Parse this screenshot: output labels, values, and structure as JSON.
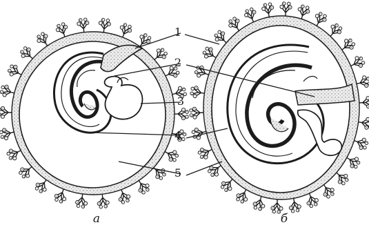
{
  "figure": {
    "labels": [
      "1",
      "2",
      "3",
      "4",
      "5"
    ],
    "panels": [
      "а",
      "б"
    ]
  },
  "colors": {
    "ink": "#1c1c1c",
    "stipple": "#d6d6d6",
    "background": "#ffffff"
  }
}
